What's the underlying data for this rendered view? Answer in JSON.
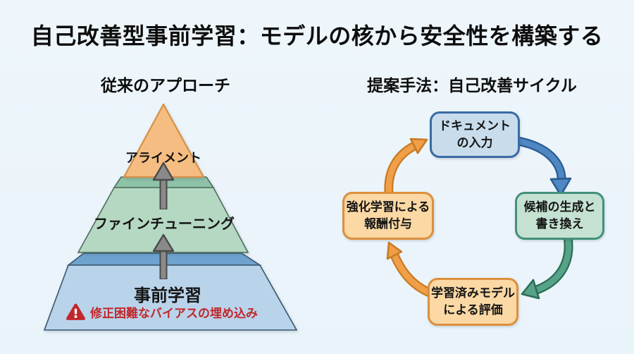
{
  "title": "自己改善型事前学習：モデルの核から安全性を構築する",
  "left_panel": {
    "heading": "従来のアプローチ",
    "layers": [
      {
        "name": "alignment",
        "label": "アライメント",
        "fill": "#f5bd81",
        "border": "#d59045"
      },
      {
        "name": "fine-tuning",
        "label": "ファインチューニング",
        "fill": "#b4d8c2",
        "top_face": "#8fc3a8"
      },
      {
        "name": "pretraining",
        "label": "事前学習",
        "fill": "#b9d3ea",
        "top_face": "#6fa3cf"
      }
    ],
    "warning": {
      "icon": "warning-triangle-icon",
      "text": "修正困難なバイアスの埋め込み",
      "color": "#c3272b"
    }
  },
  "right_panel": {
    "heading": "提案手法：自己改善サイクル",
    "steps": [
      {
        "name": "document-input",
        "label": "ドキュメント\nの入力",
        "fill": "#c8dcec",
        "border": "#3a6ba3"
      },
      {
        "name": "candidate-generation",
        "label": "候補の生成と\n書き換え",
        "fill": "#c4e1d1",
        "border": "#43907a"
      },
      {
        "name": "model-evaluation",
        "label": "学習済みモデル\nによる評価",
        "fill": "#fbd8a4",
        "border": "#dc8f3c"
      },
      {
        "name": "rl-reward",
        "label": "強化学習による\n報酬付与",
        "fill": "#fbd8a4",
        "border": "#dc8f3c"
      }
    ],
    "arrows": [
      {
        "name": "arrow-input-to-generation",
        "color": "#4e87c1",
        "outline": "#2a5c94"
      },
      {
        "name": "arrow-generation-to-evaluation",
        "color": "#57a389",
        "outline": "#2c6e55"
      },
      {
        "name": "arrow-evaluation-to-reward",
        "color": "#f09f48",
        "outline": "#c77b22"
      },
      {
        "name": "arrow-reward-to-input",
        "color": "#f09f48",
        "outline": "#c77b22"
      }
    ]
  },
  "colors": {
    "background": "#ebf4fa",
    "title_text": "#0d0d0d",
    "gray_arrow_fill": "#8a8a8a",
    "gray_arrow_outline": "#4a4a4a"
  }
}
